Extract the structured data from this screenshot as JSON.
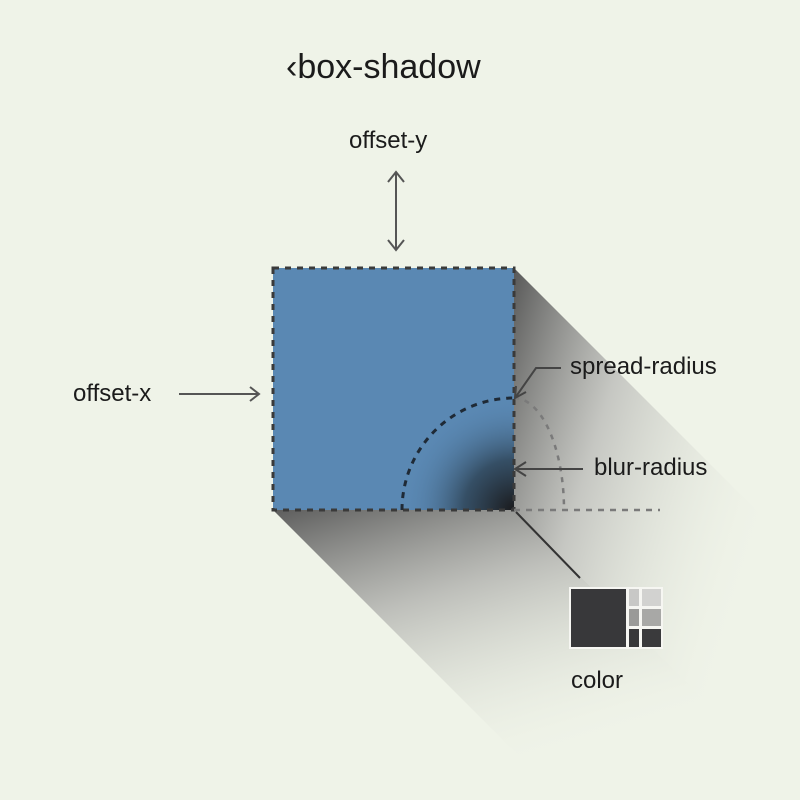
{
  "title": "‹box-shadow",
  "labels": {
    "offset_y": "offset-y",
    "offset_x": "offset-x",
    "spread_radius": "spread-radius",
    "blur_radius": "blur-radius",
    "color": "color"
  },
  "colors": {
    "background": "#eff3e8",
    "box_fill": "#5a88b3",
    "dashed_outline": "#3a3a3a",
    "shadow_dark": "#3a3a3a",
    "shadow_light": "#eff3e8",
    "arrow": "#555555",
    "swatch_main": "#38383a",
    "swatch_light_1": "#c8c8c6",
    "swatch_light_2": "#d2d2d0",
    "swatch_mid_1": "#9a9a98",
    "swatch_mid_2": "#a8a8a6",
    "swatch_dark_1": "#38383a",
    "swatch_dark_2": "#3a3a3c"
  }
}
